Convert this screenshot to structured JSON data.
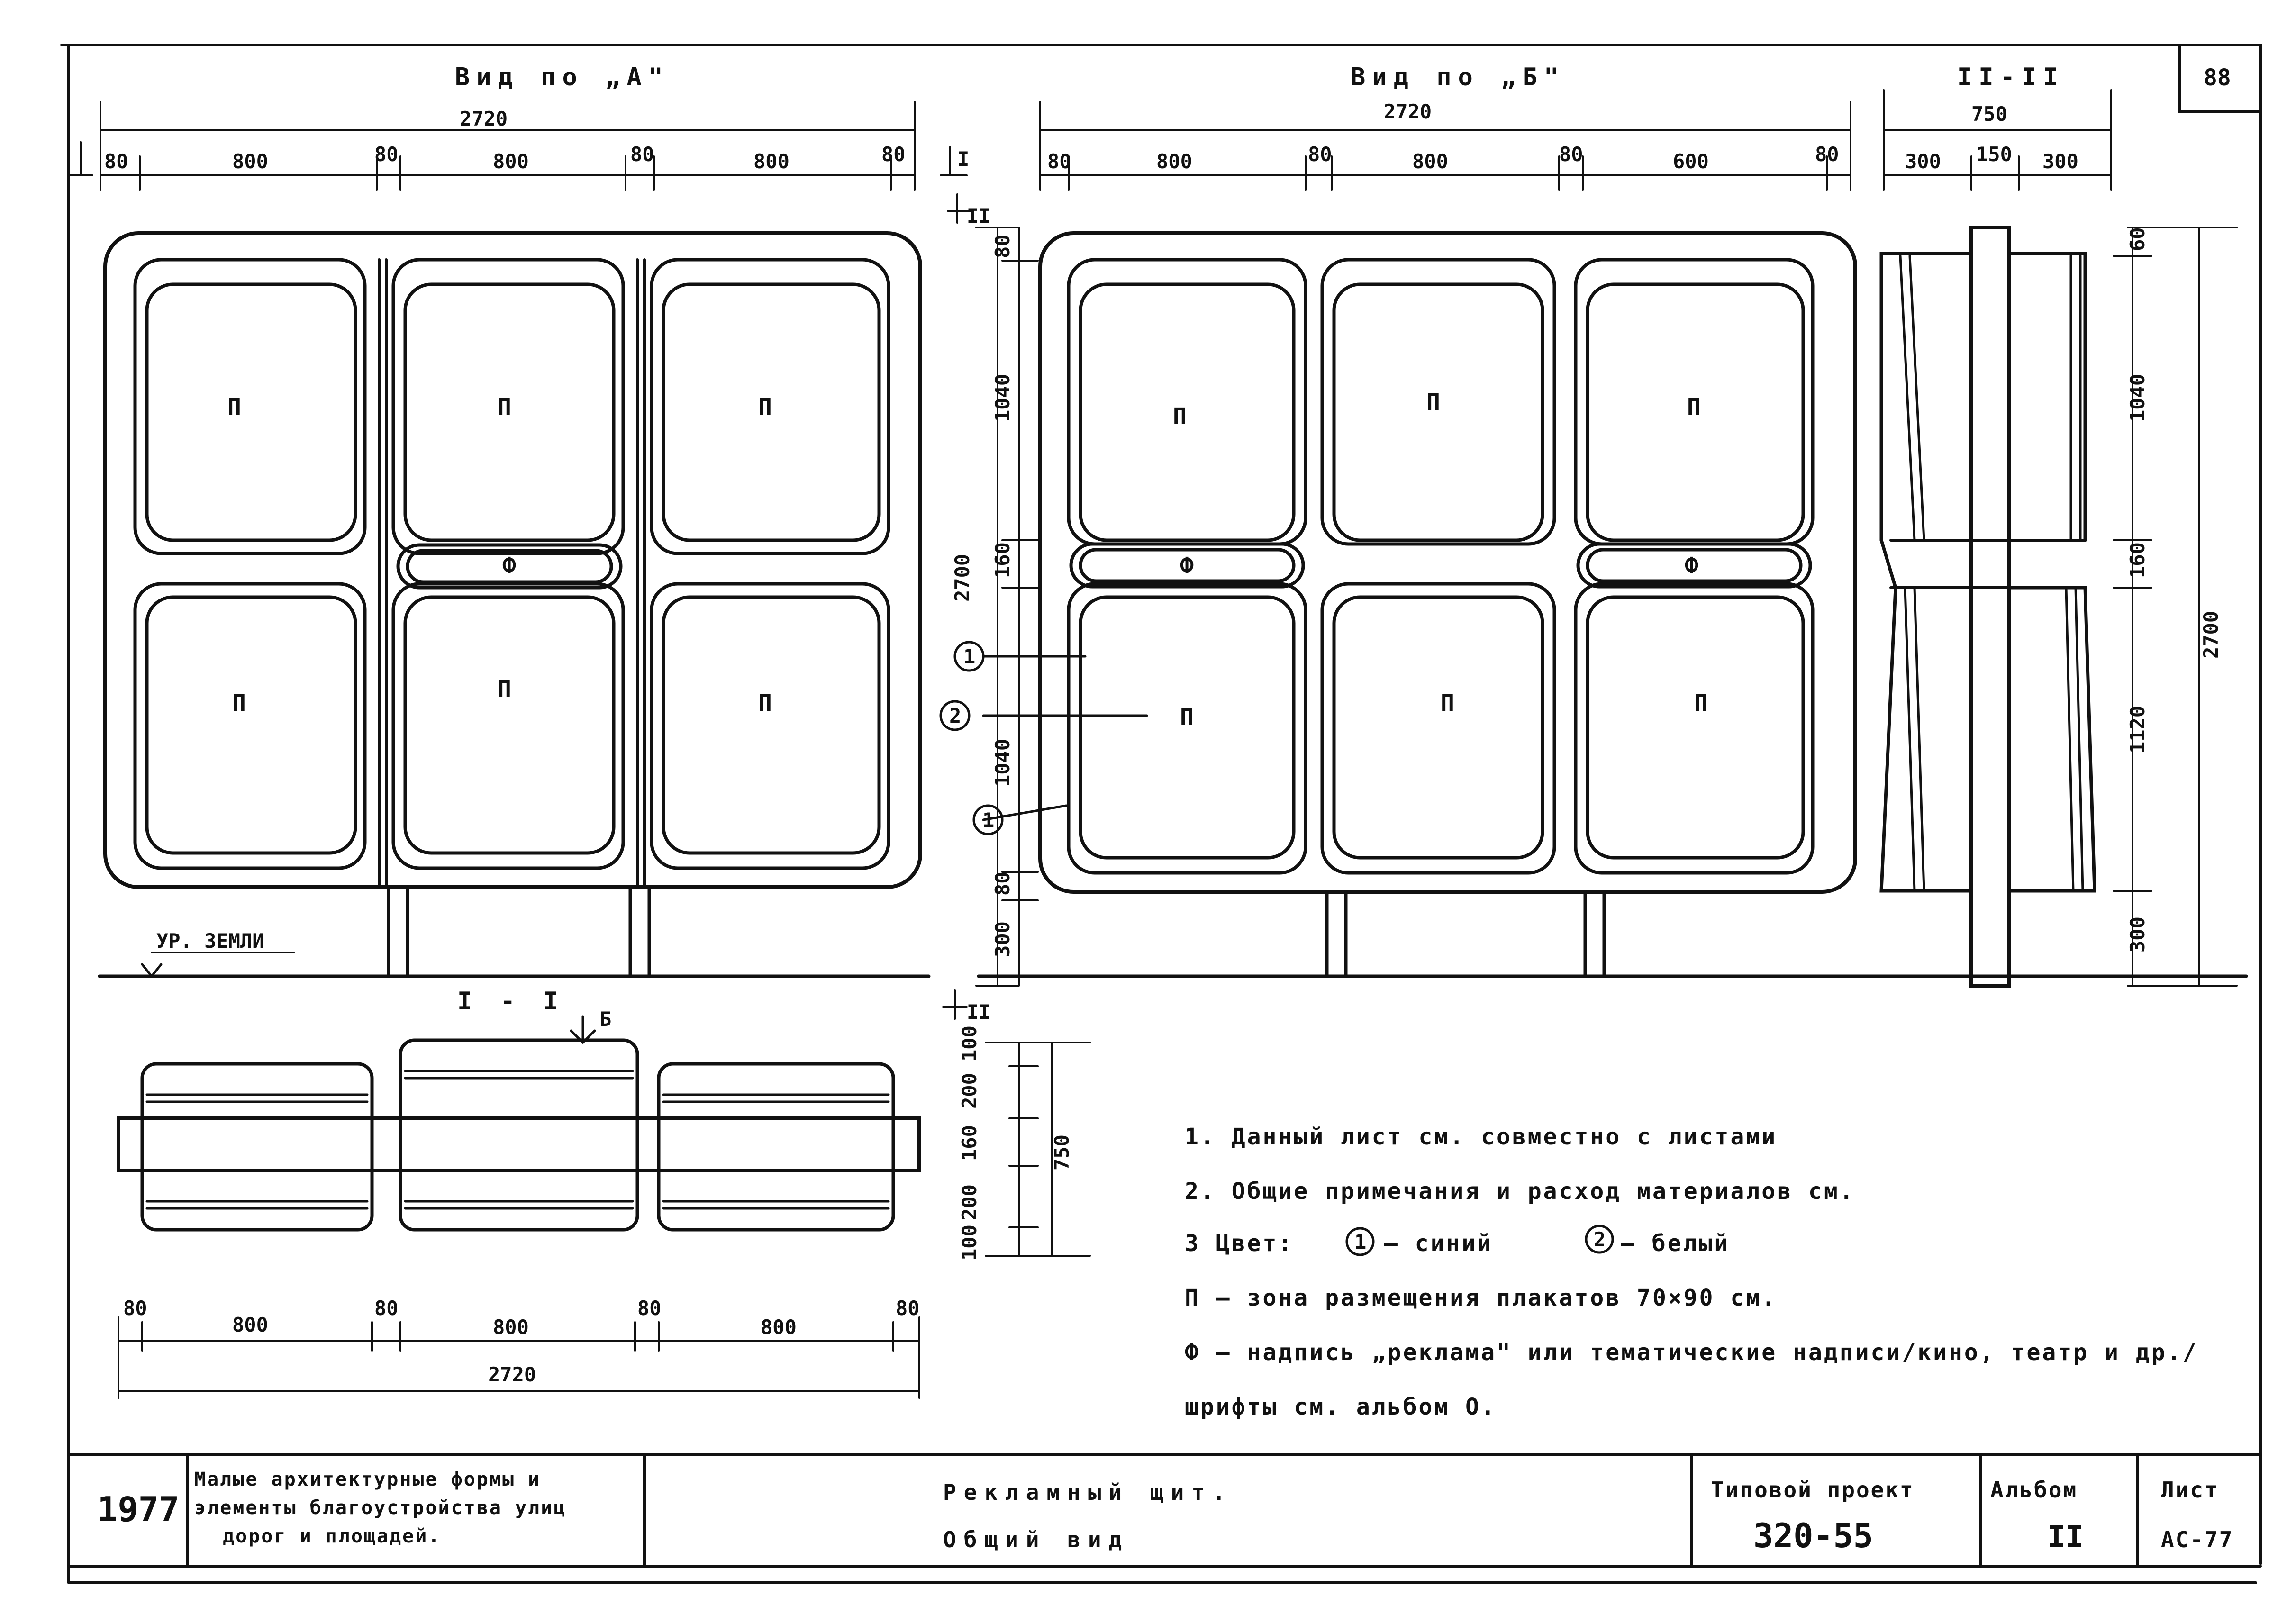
{
  "sheet_number": "88",
  "views": {
    "a": {
      "title": "Вид по „А\"",
      "overall": "2720",
      "segments": [
        "80",
        "800",
        "80",
        "800",
        "80",
        "800",
        "80"
      ]
    },
    "b": {
      "title": "Вид по „Б\"",
      "overall": "2720",
      "segments": [
        "80",
        "800",
        "80",
        "800",
        "80",
        "600",
        "80"
      ]
    },
    "section2": {
      "title": "II-II",
      "overall": "750",
      "segments": [
        "300",
        "150",
        "300"
      ]
    },
    "section1": {
      "title": "I - I",
      "arrow_label": "Б",
      "overall": "2720",
      "segments": [
        "80",
        "800",
        "80",
        "800",
        "80",
        "800",
        "80"
      ]
    }
  },
  "labels": {
    "poster": "П",
    "inscription": "Ф",
    "ground_level": "УР. ЗЕМЛИ",
    "cut_mark_1": "I",
    "cut_mark_2": "II",
    "callout_1": "1",
    "callout_2": "2"
  },
  "vertical_dims_b": {
    "total": "2700",
    "parts": [
      "80",
      "1040",
      "160",
      "1040",
      "80",
      "300"
    ]
  },
  "vertical_dims_section2": {
    "total": "2700",
    "parts": [
      "60",
      "1040",
      "160",
      "1120",
      "300"
    ]
  },
  "vertical_dims_section1": {
    "total": "750",
    "parts": [
      "100",
      "200",
      "160",
      "200",
      "100"
    ]
  },
  "notes": [
    "1. Данный лист см. совместно с листами",
    "2. Общие примечания и расход материалов см.",
    "3 Цвет:",
    "— синий",
    "— белый",
    "П — зона размещения плакатов 70×90 см.",
    "Ф — надпись „реклама\" или тематические надписи/кино, театр и др./",
    "шрифты см. альбом О."
  ],
  "title_block": {
    "year": "1977",
    "series": [
      "Малые архитектурные формы и",
      "элементы благоустройства улиц",
      "дорог и площадей."
    ],
    "name_line1": "Рекламный щит.",
    "name_line2": "Общий вид",
    "project_label": "Типовой проект",
    "project_number": "320-55",
    "album_label": "Альбом",
    "album_number": "II",
    "sheet_label": "Лист",
    "sheet_code": "АС-77"
  }
}
